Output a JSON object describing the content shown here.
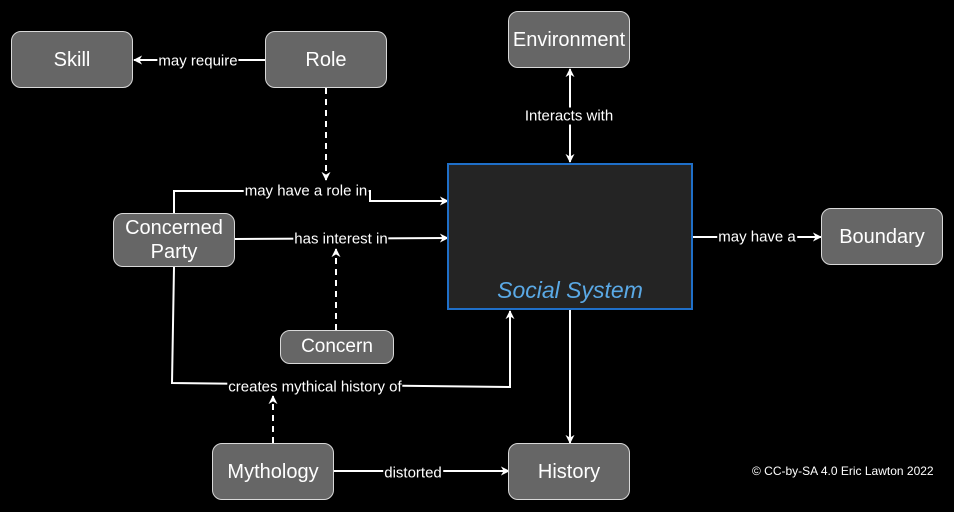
{
  "nodes": {
    "skill": "Skill",
    "role": "Role",
    "environment": "Environment",
    "concerned_party": "Concerned Party",
    "boundary": "Boundary",
    "concern": "Concern",
    "mythology": "Mythology",
    "history": "History",
    "social_system": "Social System"
  },
  "edges": {
    "role_skill": "may require",
    "system_environment": "Interacts with",
    "party_role_in": "may have a role in",
    "party_interest": "has interest in",
    "system_boundary": "may have a",
    "party_history": "creates mythical history of",
    "mythology_history": "distorted"
  },
  "footer": {
    "copyright": "© CC-by-SA 4.0 Eric Lawton 2022"
  },
  "colors": {
    "node_fill": "#666666",
    "node_border": "#d9d9d9",
    "system_fill": "#242424",
    "system_border": "#1f6fc8",
    "system_text": "#5aa9e6",
    "background": "#000000"
  }
}
